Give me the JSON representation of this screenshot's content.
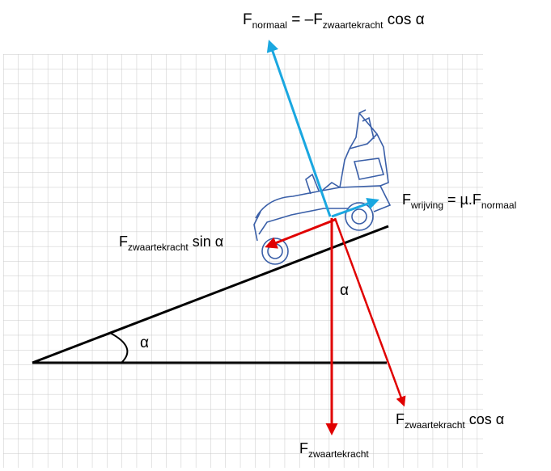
{
  "labels": {
    "f_normal": {
      "main": "F",
      "sub": "normaal",
      "rest": " = –F",
      "sub2": "zwaartekracht",
      "tail": " cos α"
    },
    "f_friction": {
      "main": "F",
      "sub": "wrijving",
      "rest": " = µ.F",
      "sub2": "normaal"
    },
    "f_parallel": {
      "main": "F",
      "sub": "zwaartekracht",
      "tail": " sin α"
    },
    "f_perp": {
      "main": "F",
      "sub": "zwaartekracht",
      "tail": " cos α"
    },
    "f_gravity": {
      "main": "F",
      "sub": "zwaartekracht"
    },
    "alpha_top": "α",
    "alpha_bottom": "α"
  },
  "colors": {
    "grid": "#c8c8c8",
    "incline": "#000000",
    "normal_force": "#1aa7e0",
    "friction_force": "#1aa7e0",
    "gravity_force": "#e00000",
    "cart_outline": "#3a5fa8"
  },
  "icons": {
    "vehicle": "golf-cart-icon"
  }
}
